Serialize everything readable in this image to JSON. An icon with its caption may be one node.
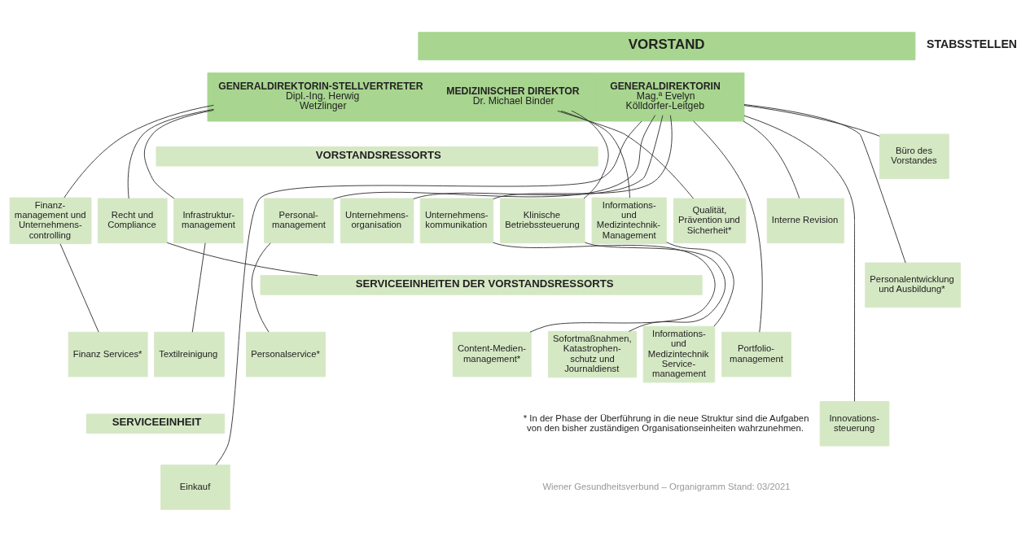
{
  "diagram": {
    "nodes": [
      {
        "text": [
          "VORSTAND"
        ]
      },
      {
        "text": [],
        "shape": "box"
      },
      {
        "text": [
          "GENERALDIREKTORIN-STELLVERTRETER",
          "Dipl.-Ing. Herwig Wetzlinger"
        ],
        "in": 1
      },
      {
        "text": [
          "GENERALDIREKTORIN",
          "Mag.ª Evelyn Kölldorfer-Leitgeb"
        ],
        "in": 1
      },
      {
        "text": [
          "MEDIZINISCHER DIREKTOR",
          "Dr. Michael Binder"
        ],
        "in": 1
      },
      {
        "text": [
          "Büro des Vorstandes"
        ]
      },
      {
        "text": [
          "Interne Revision"
        ]
      },
      {
        "text": [
          "Personalentwicklung und Ausbildung*"
        ]
      },
      {
        "text": [
          "Portfolio-management"
        ]
      },
      {
        "text": [
          "Innovations-steuerung"
        ]
      },
      {
        "text": [
          "VORSTANDSRESSORTS"
        ]
      },
      {
        "text": [
          "Finanz-management und Unternehmens-controlling"
        ]
      },
      {
        "text": [
          "Recht und Compliance"
        ]
      },
      {
        "text": [
          "Infrastruktur-management"
        ]
      },
      {
        "text": [
          "Personal-management"
        ]
      },
      {
        "text": [
          "Unternehmens-organisation"
        ]
      },
      {
        "text": [
          "Unternehmens-kommunikation"
        ]
      },
      {
        "text": [
          "Klinische Betriebssteuerung"
        ]
      },
      {
        "text": [
          "Informations- und Medizintechnik-Management"
        ]
      },
      {
        "text": [
          "Qualität, Prävention und Sicherheit*"
        ]
      },
      {
        "text": [
          "SERVICEEINHEITEN DER VORSTANDSRESSORTS"
        ]
      },
      {
        "text": [
          "Finanz Services*"
        ]
      },
      {
        "text": [
          "Textilreinigung"
        ]
      },
      {
        "text": [
          "Personalservice*"
        ]
      },
      {
        "text": [
          "Content-Medien-management*"
        ]
      },
      {
        "text": [
          "Sofortmaßnahmen, Katastrophen-schutz und Journaldienst"
        ]
      },
      {
        "text": [
          "Informations- und Medizintechnik Service-management"
        ]
      },
      {
        "text": [
          "SERVICEEINHEIT"
        ]
      },
      {
        "text": [
          "Einkauf"
        ]
      }
    ],
    "edges": [
      {
        "from": 1,
        "to": 5,
        "arrow": "none"
      },
      {
        "from": 1,
        "to": 6,
        "arrow": "none"
      },
      {
        "from": 1,
        "to": 7,
        "arrow": "none"
      },
      {
        "from": 1,
        "to": 8,
        "arrow": "none"
      },
      {
        "from": 1,
        "to": 9,
        "arrow": "none"
      },
      {
        "from": 2,
        "to": 11,
        "arrow": "none"
      },
      {
        "from": 2,
        "to": 12,
        "arrow": "none"
      },
      {
        "from": 2,
        "to": 13,
        "arrow": "none"
      },
      {
        "from": 3,
        "to": 14,
        "arrow": "none"
      },
      {
        "from": 3,
        "to": 15,
        "arrow": "none"
      },
      {
        "from": 3,
        "to": 16,
        "arrow": "none"
      },
      {
        "from": 4,
        "to": 17,
        "arrow": "none"
      },
      {
        "from": 4,
        "to": 18,
        "arrow": "none"
      },
      {
        "from": 4,
        "to": 19,
        "arrow": "none"
      },
      {
        "from": 11,
        "to": 21,
        "arrow": "none"
      },
      {
        "from": 12,
        "to": 20,
        "arrow": "none"
      },
      {
        "from": 13,
        "to": 22,
        "arrow": "none"
      },
      {
        "from": 14,
        "to": 23,
        "arrow": "none"
      },
      {
        "from": 16,
        "to": 24,
        "arrow": "none"
      },
      {
        "from": 17,
        "to": 25,
        "arrow": "none"
      },
      {
        "from": 18,
        "to": 26,
        "arrow": "none"
      },
      {
        "from": 1,
        "to": 28,
        "arrow": "none"
      }
    ],
    "labels": [
      "STABSSTELLEN",
      "* In der Phase der Überführung in die neue Struktur sind die Aufgaben von den bisher zuständigen Organisationseinheiten wahrzunehmen.",
      "Wiener Gesundheitsverbund – Organigramm Stand: 03/2021"
    ]
  }
}
